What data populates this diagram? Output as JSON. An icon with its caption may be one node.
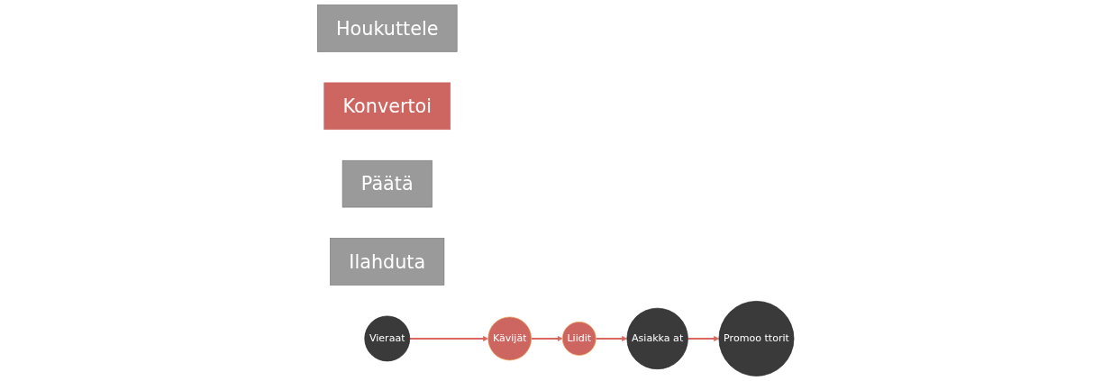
{
  "diagram": {
    "nodes": [
      {
        "text": [
          "Houkuttele"
        ]
      },
      {
        "text": [
          "Konvertoi"
        ]
      },
      {
        "text": [
          "Päätä"
        ]
      },
      {
        "text": [
          "Ilahduta"
        ]
      },
      {
        "text": [
          "Vieraat"
        ]
      },
      {
        "text": [
          "Kävijät"
        ]
      },
      {
        "text": [
          "Liidit"
        ]
      },
      {
        "text": [
          "Asiakka at"
        ]
      },
      {
        "text": [
          "Promoo ttorit"
        ]
      }
    ],
    "edges": [
      {
        "from": 4,
        "to": 5,
        "arrow": "to"
      },
      {
        "from": 5,
        "to": 6,
        "arrow": "to"
      },
      {
        "from": 6,
        "to": 7,
        "arrow": "to"
      },
      {
        "from": 7,
        "to": 8,
        "arrow": "to"
      }
    ]
  }
}
